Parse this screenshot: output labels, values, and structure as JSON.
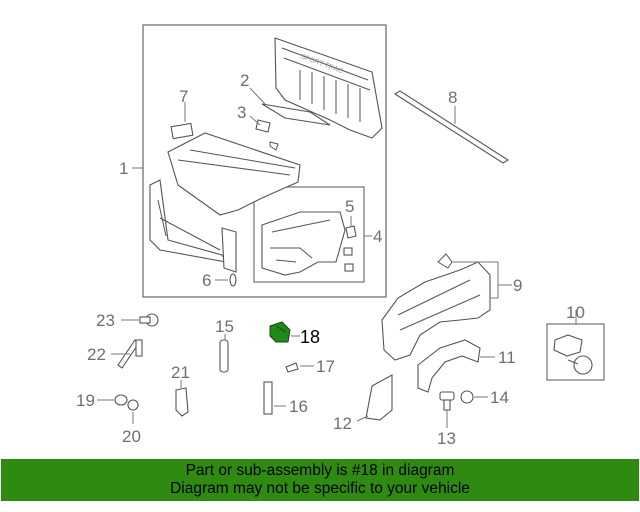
{
  "callouts": {
    "c1": "1",
    "c2": "2",
    "c3": "3",
    "c4": "4",
    "c5": "5",
    "c6": "6",
    "c7": "7",
    "c8": "8",
    "c9": "9",
    "c10": "10",
    "c11": "11",
    "c12": "12",
    "c13": "13",
    "c14": "14",
    "c15": "15",
    "c16": "16",
    "c17": "17",
    "c18": "18",
    "c19": "19",
    "c20": "20",
    "c21": "21",
    "c22": "22",
    "c23": "23"
  },
  "embossed_text": "SPORT TRAC",
  "highlight": {
    "part_number": "18",
    "color": "#1f8a1a"
  },
  "banner": {
    "line1": "Part or sub-assembly is #18 in diagram",
    "line2": "Diagram may not be specific to your vehicle",
    "background": "#2f8a12"
  }
}
